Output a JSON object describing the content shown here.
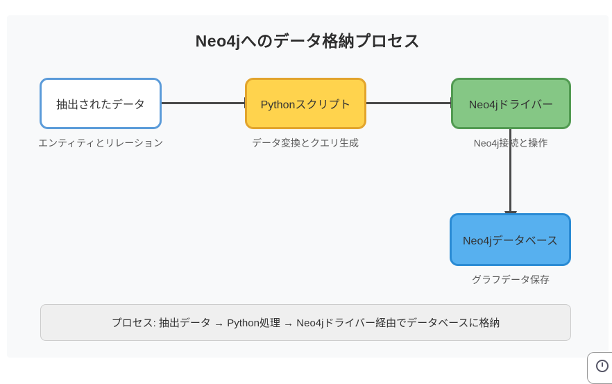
{
  "diagram": {
    "title": "Neo4jへのデータ格納プロセス",
    "nodes": [
      {
        "id": "extracted-data",
        "label": "抽出されたデータ",
        "sublabel": "エンティティとリレーション",
        "fill": "#ffffff",
        "stroke": "#5b9bd9"
      },
      {
        "id": "python-script",
        "label": "Pythonスクリプト",
        "sublabel": "データ変換とクエリ生成",
        "fill": "#ffd34d",
        "stroke": "#e2a42c"
      },
      {
        "id": "neo4j-driver",
        "label": "Neo4jドライバー",
        "sublabel": "Neo4j接続と操作",
        "fill": "#85c785",
        "stroke": "#519a51"
      },
      {
        "id": "neo4j-database",
        "label": "Neo4jデータベース",
        "sublabel": "グラフデータ保存",
        "fill": "#57b0ef",
        "stroke": "#2a8bd4"
      }
    ],
    "edges": [
      {
        "from": "extracted-data",
        "to": "python-script",
        "direction": "right"
      },
      {
        "from": "python-script",
        "to": "neo4j-driver",
        "direction": "right"
      },
      {
        "from": "neo4j-driver",
        "to": "neo4j-database",
        "direction": "down"
      }
    ],
    "arrow_color": "#4a4a4a",
    "canvas_color": "#f8f9fa",
    "note": "プロセス: 抽出データ → Python処理 → Neo4jドライバー経由でデータベースに格納"
  },
  "corner_button": {
    "icon": "clock-icon"
  }
}
